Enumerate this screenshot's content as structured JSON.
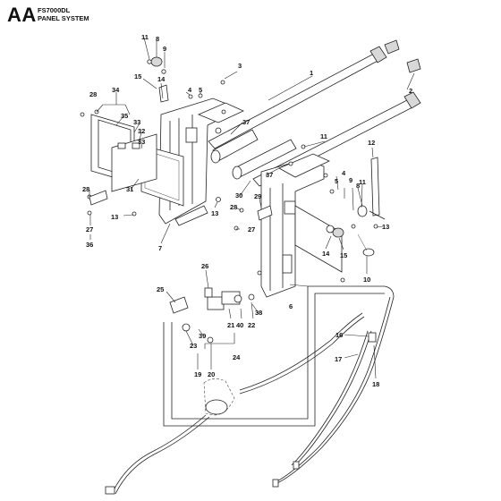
{
  "header": {
    "section_code": "AA",
    "model": "FS7000DL",
    "title": "PANEL SYSTEM"
  },
  "callouts": [
    {
      "id": "c1",
      "label": "1"
    },
    {
      "id": "c2",
      "label": "2"
    },
    {
      "id": "c3",
      "label": "3"
    },
    {
      "id": "c4a",
      "label": "4"
    },
    {
      "id": "c5a",
      "label": "5"
    },
    {
      "id": "c4b",
      "label": "4"
    },
    {
      "id": "c5b",
      "label": "5"
    },
    {
      "id": "c6",
      "label": "6"
    },
    {
      "id": "c7",
      "label": "7"
    },
    {
      "id": "c8a",
      "label": "8"
    },
    {
      "id": "c9a",
      "label": "9"
    },
    {
      "id": "c8b",
      "label": "8"
    },
    {
      "id": "c9b",
      "label": "9"
    },
    {
      "id": "c10",
      "label": "10"
    },
    {
      "id": "c11a",
      "label": "11"
    },
    {
      "id": "c11b",
      "label": "11"
    },
    {
      "id": "c11c",
      "label": "11"
    },
    {
      "id": "c12",
      "label": "12"
    },
    {
      "id": "c13a",
      "label": "13"
    },
    {
      "id": "c13b",
      "label": "13"
    },
    {
      "id": "c13c",
      "label": "13"
    },
    {
      "id": "c14a",
      "label": "14"
    },
    {
      "id": "c14b",
      "label": "14"
    },
    {
      "id": "c15a",
      "label": "15"
    },
    {
      "id": "c15b",
      "label": "15"
    },
    {
      "id": "c16",
      "label": "16"
    },
    {
      "id": "c17",
      "label": "17"
    },
    {
      "id": "c18",
      "label": "18"
    },
    {
      "id": "c19",
      "label": "19"
    },
    {
      "id": "c20",
      "label": "20"
    },
    {
      "id": "c21",
      "label": "21"
    },
    {
      "id": "c22",
      "label": "22"
    },
    {
      "id": "c23",
      "label": "23"
    },
    {
      "id": "c24",
      "label": "24"
    },
    {
      "id": "c25",
      "label": "25"
    },
    {
      "id": "c26",
      "label": "26"
    },
    {
      "id": "c27a",
      "label": "27"
    },
    {
      "id": "c27b",
      "label": "27"
    },
    {
      "id": "c28a",
      "label": "28"
    },
    {
      "id": "c28b",
      "label": "28"
    },
    {
      "id": "c29",
      "label": "29"
    },
    {
      "id": "c30",
      "label": "30"
    },
    {
      "id": "c31",
      "label": "31"
    },
    {
      "id": "c32",
      "label": "32"
    },
    {
      "id": "c33a",
      "label": "33"
    },
    {
      "id": "c33b",
      "label": "33"
    },
    {
      "id": "c34",
      "label": "34"
    },
    {
      "id": "c35",
      "label": "35"
    },
    {
      "id": "c36",
      "label": "36"
    },
    {
      "id": "c37a",
      "label": "37"
    },
    {
      "id": "c37b",
      "label": "37"
    },
    {
      "id": "c38",
      "label": "38"
    },
    {
      "id": "c39",
      "label": "39"
    },
    {
      "id": "c40",
      "label": "40"
    }
  ]
}
